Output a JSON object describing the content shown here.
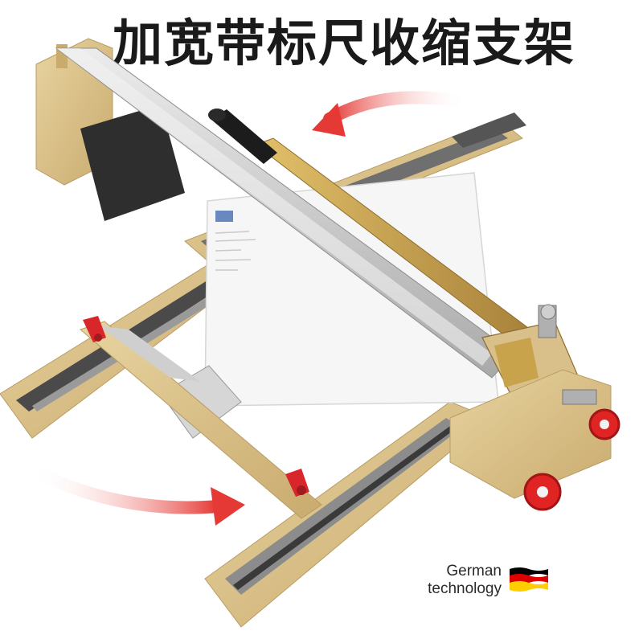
{
  "headline": "加宽带标尺收缩支架",
  "badge": {
    "line1": "German",
    "line2": "technology"
  },
  "illustration": {
    "subject": "tile-cutter-with-extendable-ruler-frame",
    "icons": [
      "tile-cutter-icon",
      "german-flag-icon",
      "rotate-arrow-icon"
    ]
  },
  "colors": {
    "frame_gold": "#d9c08a",
    "frame_shadow": "#b89d63",
    "steel": "#c8c8c8",
    "ruler_dark": "#3a3a3a",
    "handle_brass": "#c9a24c",
    "grip_black": "#1c1c1c",
    "clamp_red": "#d8262a",
    "wheel_red": "#e02424",
    "arrow_red": "#e53935",
    "tile_white": "#f6f6f6",
    "flag_black": "#000000",
    "flag_red": "#dd0000",
    "flag_gold": "#ffce00"
  }
}
